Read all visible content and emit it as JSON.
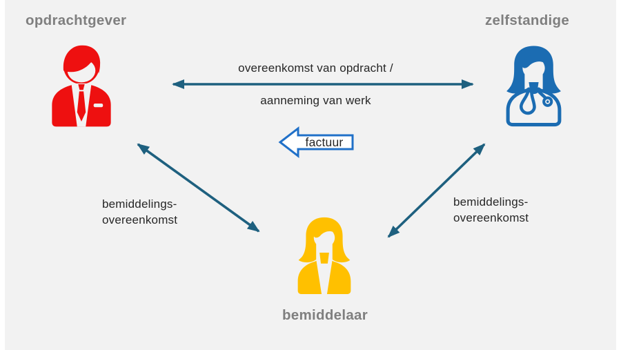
{
  "diagram": {
    "actors": {
      "client": {
        "label": "opdrachtgever",
        "color": "#ee1010",
        "icon": "businessman-icon"
      },
      "freelancer": {
        "label": "zelfstandige",
        "color": "#1b6cb2",
        "icon": "female-doctor-icon"
      },
      "intermediary": {
        "label": "bemiddelaar",
        "color": "#ffc000",
        "icon": "businesswoman-icon"
      }
    },
    "relations": {
      "contract": {
        "line1": "overeenkomst van opdracht /",
        "line2": "aanneming van werk"
      },
      "invoice": {
        "label": "factuur"
      },
      "mediation_left": {
        "line1": "bemiddelings-",
        "line2": "overeenkomst"
      },
      "mediation_right": {
        "line1": "bemiddelings-",
        "line2": "overeenkomst"
      }
    },
    "colors": {
      "background": "#f2f2f2",
      "arrow": "#1e607f",
      "invoice_arrow_outline": "#2070c8",
      "invoice_arrow_fill": "#ffffff",
      "actor_title_gray": "#7f7f7f",
      "relation_text": "#262626"
    }
  }
}
